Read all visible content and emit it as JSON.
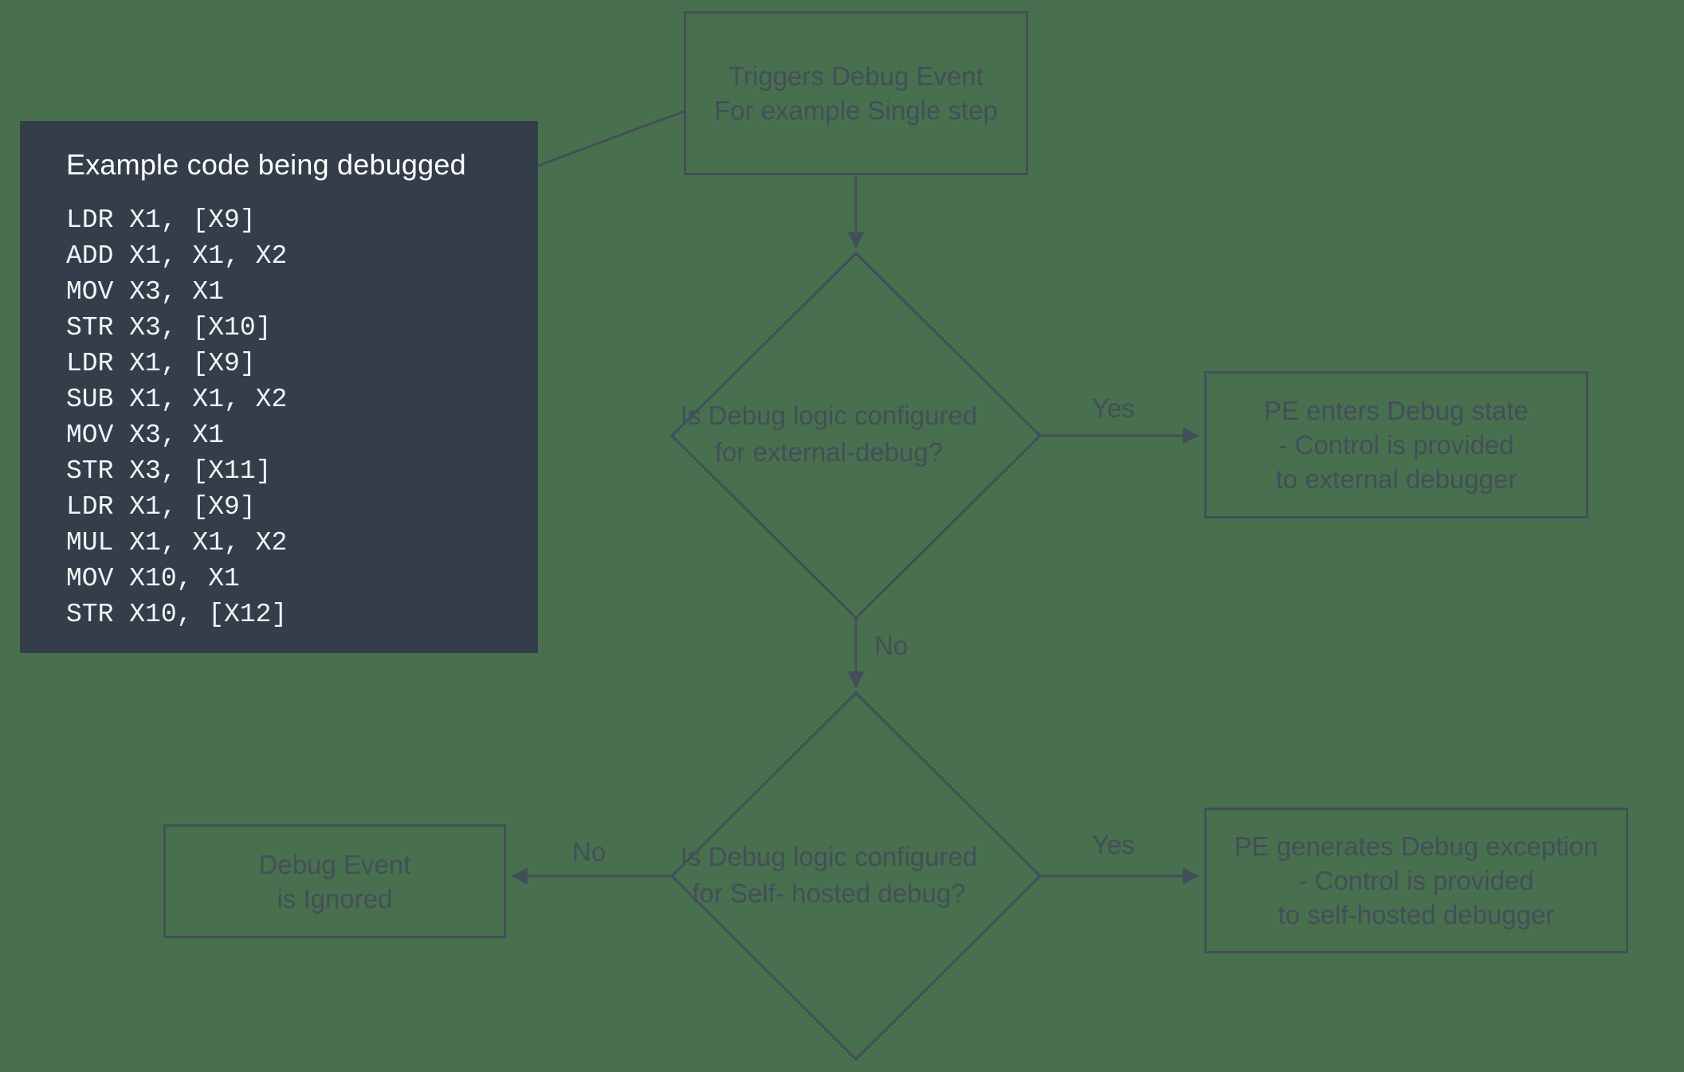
{
  "diagram": {
    "title": "Debug event handling flowchart",
    "background_color": "#48704e",
    "stroke_color": "#434e5a",
    "code_panel_bg": "#333e4a",
    "code_panel_text": "#ffffff"
  },
  "code_panel": {
    "title": "Example code being debugged",
    "lines": [
      "LDR X1, [X9]",
      "ADD X1, X1, X2",
      "MOV X3, X1",
      "STR X3, [X10]",
      "LDR X1, [X9]",
      "SUB X1, X1, X2",
      "MOV X3, X1",
      "STR X3, [X11]",
      "LDR X1, [X9]",
      "MUL X1, X1, X2",
      "MOV X10, X1",
      "STR X10, [X12]"
    ]
  },
  "nodes": {
    "trigger": "Triggers Debug Event\nFor example Single step",
    "decision_external": "Is Debug logic\nconfigured for\nexternal-debug?",
    "external_debug_state": "PE enters Debug state\n- Control is provided\nto external debugger",
    "decision_selfhosted": "Is Debug logic\nconfigured for Self-\nhosted debug?",
    "selfhosted_exception": "PE generates Debug exception\n- Control is provided\nto self-hosted debugger",
    "ignored": "Debug Event\nis Ignored"
  },
  "edges": {
    "external_yes": "Yes",
    "external_no": "No",
    "selfhosted_yes": "Yes",
    "selfhosted_no": "No"
  }
}
